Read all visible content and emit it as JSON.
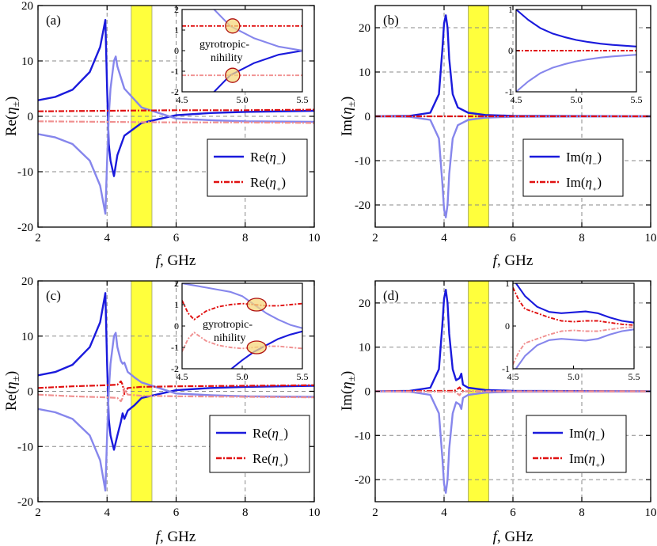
{
  "chart_data": [
    {
      "panel": "(a)",
      "type": "line",
      "xlabel": "f, GHz",
      "ylabel": "Re(η±)",
      "xlim": [
        2,
        10
      ],
      "ylim": [
        -20,
        20
      ],
      "xticks": [
        2,
        4,
        6,
        8,
        10
      ],
      "yticks": [
        -20,
        -10,
        0,
        10,
        20
      ],
      "highlight_band": [
        4.7,
        5.3
      ],
      "legend": [
        "Re(η₋)",
        "Re(η₊)"
      ],
      "legend_position": "bottom-right",
      "series": [
        {
          "name": "Re(η₋)",
          "x": [
            2,
            2.5,
            3,
            3.5,
            3.8,
            3.95,
            4.0,
            4.05,
            4.1,
            4.2,
            4.3,
            4.5,
            5,
            6,
            7,
            8,
            10
          ],
          "y": [
            2.9,
            3.5,
            4.8,
            8,
            12.5,
            17.4,
            5,
            -5,
            -8,
            -10.8,
            -7,
            -3.5,
            -1.2,
            0.2,
            0.6,
            0.8,
            1.0
          ]
        },
        {
          "name": "Re(η₋) (second branch)",
          "x": [
            2,
            2.5,
            3,
            3.5,
            3.8,
            3.95,
            4.0,
            4.05,
            4.1,
            4.2,
            4.25,
            4.3,
            4.5,
            5,
            6,
            7,
            8,
            10
          ],
          "y": [
            -3.2,
            -3.8,
            -5,
            -8,
            -12.5,
            -17.6,
            -8,
            0,
            5,
            10,
            10.8,
            9,
            5,
            1.6,
            -0.4,
            -0.7,
            -0.9,
            -1.0
          ]
        },
        {
          "name": "Re(η₊)",
          "x": [
            2,
            4,
            6,
            8,
            10
          ],
          "y": [
            0.9,
            1.0,
            1.1,
            1.1,
            1.2
          ]
        },
        {
          "name": "Re(η₊) (second branch)",
          "x": [
            2,
            4,
            6,
            8,
            10
          ],
          "y": [
            -0.9,
            -1.0,
            -1.1,
            -1.1,
            -1.2
          ]
        }
      ],
      "inset": {
        "xlim": [
          4.5,
          5.5
        ],
        "ylim": [
          -2,
          2
        ],
        "xticks": [
          4.5,
          5.0,
          5.5
        ],
        "yticks": [
          -2,
          -1,
          0,
          1,
          2
        ],
        "annotation": [
          "gyrotropic-",
          "nihility"
        ],
        "markers": [
          [
            4.92,
            1.2
          ],
          [
            4.92,
            -1.2
          ]
        ],
        "series": [
          {
            "name": "Re(η₋)",
            "x": [
              4.5,
              4.7,
              4.9,
              5.1,
              5.3,
              5.5
            ],
            "y": [
              -4,
              -2.4,
              -1.2,
              -0.6,
              -0.2,
              0.0
            ]
          },
          {
            "name": "Re(η₋) (second branch)",
            "x": [
              4.5,
              4.7,
              4.9,
              5.1,
              5.3,
              5.5
            ],
            "y": [
              4,
              2.4,
              1.2,
              0.6,
              0.2,
              0.0
            ]
          },
          {
            "name": "Re(η₊)",
            "x": [
              4.5,
              5.5
            ],
            "y": [
              1.2,
              1.2
            ]
          },
          {
            "name": "Re(η₊) (second branch)",
            "x": [
              4.5,
              5.5
            ],
            "y": [
              -1.2,
              -1.2
            ]
          }
        ]
      }
    },
    {
      "panel": "(b)",
      "type": "line",
      "xlabel": "f, GHz",
      "ylabel": "Im(η±)",
      "xlim": [
        2,
        10
      ],
      "ylim": [
        -25,
        25
      ],
      "xticks": [
        2,
        4,
        6,
        8,
        10
      ],
      "yticks": [
        -20,
        -10,
        0,
        10,
        20
      ],
      "highlight_band": [
        4.7,
        5.3
      ],
      "legend": [
        "Im(η₋)",
        "Im(η₊)"
      ],
      "legend_position": "bottom-right",
      "series": [
        {
          "name": "Im(η₋)",
          "x": [
            2,
            3,
            3.6,
            3.85,
            3.95,
            4.0,
            4.05,
            4.1,
            4.15,
            4.25,
            4.4,
            4.7,
            5.2,
            6,
            10
          ],
          "y": [
            0,
            0.1,
            0.8,
            5,
            15,
            21,
            22.8,
            20,
            13,
            5,
            2,
            0.8,
            0.3,
            0.1,
            0
          ]
        },
        {
          "name": "Im(η₋) (second branch)",
          "x": [
            2,
            3,
            3.6,
            3.85,
            3.95,
            4.0,
            4.05,
            4.1,
            4.15,
            4.25,
            4.4,
            4.7,
            5.2,
            6,
            10
          ],
          "y": [
            0,
            -0.1,
            -0.8,
            -5,
            -15,
            -21,
            -22.8,
            -20,
            -13,
            -5,
            -2,
            -0.8,
            -0.3,
            -0.1,
            0
          ]
        },
        {
          "name": "Im(η₊)",
          "x": [
            2,
            10
          ],
          "y": [
            0,
            0
          ]
        }
      ],
      "inset": {
        "xlim": [
          4.5,
          5.5
        ],
        "ylim": [
          -1,
          1
        ],
        "xticks": [
          4.5,
          5.0,
          5.5
        ],
        "yticks": [
          -1,
          0,
          1
        ],
        "series": [
          {
            "name": "Im(η₋)",
            "x": [
              4.5,
              4.6,
              4.7,
              4.8,
              4.9,
              5.0,
              5.1,
              5.2,
              5.3,
              5.5
            ],
            "y": [
              1.0,
              0.75,
              0.55,
              0.42,
              0.33,
              0.26,
              0.21,
              0.17,
              0.14,
              0.1
            ]
          },
          {
            "name": "Im(η₋) (second branch)",
            "x": [
              4.5,
              4.6,
              4.7,
              4.8,
              4.9,
              5.0,
              5.1,
              5.2,
              5.3,
              5.5
            ],
            "y": [
              -1.0,
              -0.75,
              -0.55,
              -0.42,
              -0.33,
              -0.26,
              -0.21,
              -0.17,
              -0.14,
              -0.1
            ]
          },
          {
            "name": "Im(η₊)",
            "x": [
              4.5,
              5.5
            ],
            "y": [
              0,
              0
            ]
          }
        ]
      }
    },
    {
      "panel": "(c)",
      "type": "line",
      "xlabel": "f, GHz",
      "ylabel": "Re(η±)",
      "xlim": [
        2,
        10
      ],
      "ylim": [
        -20,
        20
      ],
      "xticks": [
        2,
        4,
        6,
        8,
        10
      ],
      "yticks": [
        -20,
        -10,
        0,
        10,
        20
      ],
      "highlight_band": [
        4.7,
        5.3
      ],
      "legend": [
        "Re(η₋)",
        "Re(η₊)"
      ],
      "legend_position": "bottom-right",
      "series": [
        {
          "name": "Re(η₋)",
          "x": [
            2,
            2.5,
            3,
            3.5,
            3.8,
            3.95,
            4.0,
            4.05,
            4.1,
            4.2,
            4.3,
            4.4,
            4.45,
            4.5,
            4.6,
            4.8,
            5,
            6,
            7,
            8,
            10
          ],
          "y": [
            2.9,
            3.5,
            4.8,
            8,
            12.5,
            17.8,
            5,
            -5,
            -8,
            -10.6,
            -8,
            -5.5,
            -4,
            -5,
            -3.5,
            -2.5,
            -1.2,
            0.2,
            0.6,
            0.8,
            1.0
          ]
        },
        {
          "name": "Re(η₋) (second branch)",
          "x": [
            2,
            2.5,
            3,
            3.5,
            3.8,
            3.95,
            4.0,
            4.05,
            4.1,
            4.2,
            4.25,
            4.3,
            4.4,
            4.45,
            4.5,
            4.6,
            4.8,
            5,
            6,
            7,
            8,
            10
          ],
          "y": [
            -3.2,
            -3.8,
            -5,
            -8,
            -12.5,
            -18,
            -8,
            0,
            5,
            10,
            10.6,
            8,
            5.5,
            5,
            5.2,
            3.5,
            2.5,
            1.6,
            -0.4,
            -0.7,
            -0.9,
            -1.0
          ]
        },
        {
          "name": "Re(η₊)",
          "x": [
            2,
            3,
            4,
            4.3,
            4.4,
            4.45,
            4.5,
            4.6,
            5,
            6,
            8,
            10
          ],
          "y": [
            0.6,
            0.9,
            1.1,
            1.2,
            1.8,
            1.2,
            -0.5,
            0.6,
            0.8,
            0.9,
            1.0,
            1.1
          ]
        },
        {
          "name": "Re(η₊) (second branch)",
          "x": [
            2,
            3,
            4,
            4.3,
            4.4,
            4.45,
            4.5,
            4.6,
            5,
            6,
            8,
            10
          ],
          "y": [
            -0.6,
            -0.9,
            -1.1,
            -1.2,
            -1.8,
            -1.2,
            0.5,
            -0.6,
            -0.8,
            -0.9,
            -1.0,
            -1.1
          ]
        }
      ],
      "inset": {
        "xlim": [
          4.5,
          5.5
        ],
        "ylim": [
          -2,
          2
        ],
        "xticks": [
          4.5,
          5.0,
          5.5
        ],
        "yticks": [
          -2,
          -1,
          0,
          1,
          2
        ],
        "annotation": [
          "gyrotropic-",
          "nihility"
        ],
        "markers": [
          [
            5.12,
            1.0
          ],
          [
            5.12,
            -1.0
          ]
        ],
        "series": [
          {
            "name": "Re(η₋)",
            "x": [
              4.5,
              4.8,
              5.0,
              5.1,
              5.2,
              5.3,
              5.4,
              5.5
            ],
            "y": [
              -4,
              -2.5,
              -1.6,
              -1.2,
              -0.9,
              -0.6,
              -0.4,
              -0.25
            ]
          },
          {
            "name": "Re(η₋) (second branch)",
            "x": [
              4.5,
              4.6,
              4.7,
              4.8,
              4.9,
              5.0,
              5.1,
              5.2,
              5.3,
              5.4,
              5.5
            ],
            "y": [
              2,
              1.9,
              1.8,
              1.7,
              1.6,
              1.4,
              1.0,
              0.6,
              0.3,
              0.05,
              -0.1
            ]
          },
          {
            "name": "Re(η₊)",
            "x": [
              4.5,
              4.55,
              4.6,
              4.65,
              4.7,
              4.8,
              4.9,
              5.0,
              5.1,
              5.2,
              5.3,
              5.4,
              5.5
            ],
            "y": [
              1.2,
              0.6,
              0.3,
              0.5,
              0.7,
              0.9,
              1.0,
              1.05,
              1.0,
              0.95,
              0.95,
              1.0,
              1.05
            ]
          },
          {
            "name": "Re(η₊) (second branch)",
            "x": [
              4.5,
              4.55,
              4.6,
              4.65,
              4.7,
              4.8,
              4.9,
              5.0,
              5.1,
              5.2,
              5.3,
              5.4,
              5.5
            ],
            "y": [
              -1.2,
              -0.6,
              -0.3,
              -0.5,
              -0.7,
              -0.9,
              -1.0,
              -1.05,
              -1.0,
              -0.95,
              -0.95,
              -1.0,
              -1.05
            ]
          }
        ]
      }
    },
    {
      "panel": "(d)",
      "type": "line",
      "xlabel": "f, GHz",
      "ylabel": "Im(η±)",
      "xlim": [
        2,
        10
      ],
      "ylim": [
        -25,
        25
      ],
      "xticks": [
        2,
        4,
        6,
        8,
        10
      ],
      "yticks": [
        -20,
        -10,
        0,
        10,
        20
      ],
      "highlight_band": [
        4.7,
        5.3
      ],
      "legend": [
        "Im(η₋)",
        "Im(η₊)"
      ],
      "legend_position": "bottom-right",
      "series": [
        {
          "name": "Im(η₋)",
          "x": [
            2,
            3,
            3.6,
            3.85,
            3.95,
            4.0,
            4.05,
            4.1,
            4.15,
            4.25,
            4.35,
            4.45,
            4.5,
            4.55,
            4.7,
            5.2,
            6,
            10
          ],
          "y": [
            0,
            0.1,
            0.8,
            5,
            15,
            21,
            23,
            20,
            13,
            5,
            2.5,
            3,
            4,
            1.5,
            0.8,
            0.3,
            0.1,
            0
          ]
        },
        {
          "name": "Im(η₋) (second branch)",
          "x": [
            2,
            3,
            3.6,
            3.85,
            3.95,
            4.0,
            4.05,
            4.1,
            4.15,
            4.25,
            4.35,
            4.45,
            4.5,
            4.55,
            4.7,
            5.2,
            6,
            10
          ],
          "y": [
            0,
            -0.1,
            -0.8,
            -5,
            -15,
            -21,
            -23,
            -20,
            -13,
            -5,
            -2.5,
            -3,
            -4,
            -1.5,
            -0.8,
            -0.3,
            -0.1,
            0
          ]
        },
        {
          "name": "Im(η₊)",
          "x": [
            2,
            4.3,
            4.4,
            4.45,
            4.5,
            4.55,
            4.6,
            10
          ],
          "y": [
            0,
            0.1,
            0.6,
            0.9,
            0.3,
            0.1,
            0,
            0
          ]
        },
        {
          "name": "Im(η₊) (second branch)",
          "x": [
            2,
            4.3,
            4.4,
            4.45,
            4.5,
            4.55,
            4.6,
            10
          ],
          "y": [
            0,
            -0.1,
            -0.6,
            -0.9,
            -0.3,
            -0.1,
            0,
            0
          ]
        }
      ],
      "inset": {
        "xlim": [
          4.5,
          5.5
        ],
        "ylim": [
          -1,
          1
        ],
        "xticks": [
          4.5,
          5.0,
          5.5
        ],
        "yticks": [
          -1,
          0,
          1
        ],
        "series": [
          {
            "name": "Im(η₋)",
            "x": [
              4.5,
              4.6,
              4.7,
              4.8,
              4.9,
              5.0,
              5.1,
              5.2,
              5.3,
              5.4,
              5.5
            ],
            "y": [
              1.1,
              0.7,
              0.45,
              0.33,
              0.3,
              0.32,
              0.34,
              0.3,
              0.2,
              0.12,
              0.08
            ]
          },
          {
            "name": "Im(η₋) (second branch)",
            "x": [
              4.5,
              4.6,
              4.7,
              4.8,
              4.9,
              5.0,
              5.1,
              5.2,
              5.3,
              5.4,
              5.5
            ],
            "y": [
              -1.1,
              -0.7,
              -0.45,
              -0.33,
              -0.3,
              -0.32,
              -0.34,
              -0.3,
              -0.2,
              -0.12,
              -0.08
            ]
          },
          {
            "name": "Im(η₊)",
            "x": [
              4.5,
              4.55,
              4.6,
              4.7,
              4.8,
              4.9,
              5.0,
              5.1,
              5.2,
              5.3,
              5.4,
              5.5
            ],
            "y": [
              0.9,
              0.6,
              0.4,
              0.3,
              0.2,
              0.12,
              0.1,
              0.12,
              0.12,
              0.08,
              0.04,
              0.02
            ]
          },
          {
            "name": "Im(η₊) (second branch)",
            "x": [
              4.5,
              4.55,
              4.6,
              4.7,
              4.8,
              4.9,
              5.0,
              5.1,
              5.2,
              5.3,
              5.4,
              5.5
            ],
            "y": [
              -0.9,
              -0.6,
              -0.4,
              -0.3,
              -0.2,
              -0.12,
              -0.1,
              -0.12,
              -0.12,
              -0.08,
              -0.04,
              -0.02
            ]
          }
        ]
      }
    }
  ],
  "colors": {
    "eta_minus": "#1a1adc",
    "eta_minus_branch": "#8686ec",
    "eta_plus": "#e01010",
    "eta_plus_branch": "#f09090",
    "band": "#ffff3c",
    "grid": "#8a8a8a",
    "marker_fill": "#f6d77c",
    "marker_edge": "#b01010"
  }
}
